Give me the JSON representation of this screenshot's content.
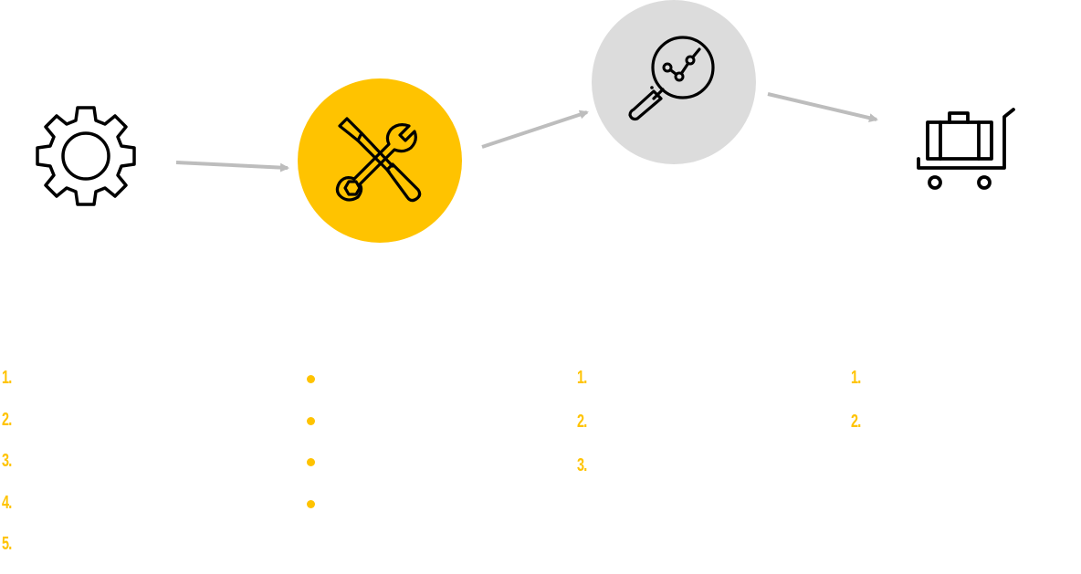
{
  "colors": {
    "accent": "#FFC300",
    "neutral_circle": "#DCDCDC",
    "arrow": "#BDBDBD",
    "icon_stroke": "#000000"
  },
  "steps": [
    {
      "icon": "gear-icon",
      "list_type": "numbered",
      "markers": [
        "1.",
        "2.",
        "3.",
        "4.",
        "5."
      ]
    },
    {
      "icon": "tools-icon",
      "list_type": "bulleted",
      "bullet_count": 4
    },
    {
      "icon": "magnifier-chart-icon",
      "list_type": "numbered",
      "markers": [
        "1.",
        "2.",
        "3."
      ]
    },
    {
      "icon": "luggage-cart-icon",
      "list_type": "numbered",
      "markers": [
        "1.",
        "2."
      ]
    }
  ]
}
